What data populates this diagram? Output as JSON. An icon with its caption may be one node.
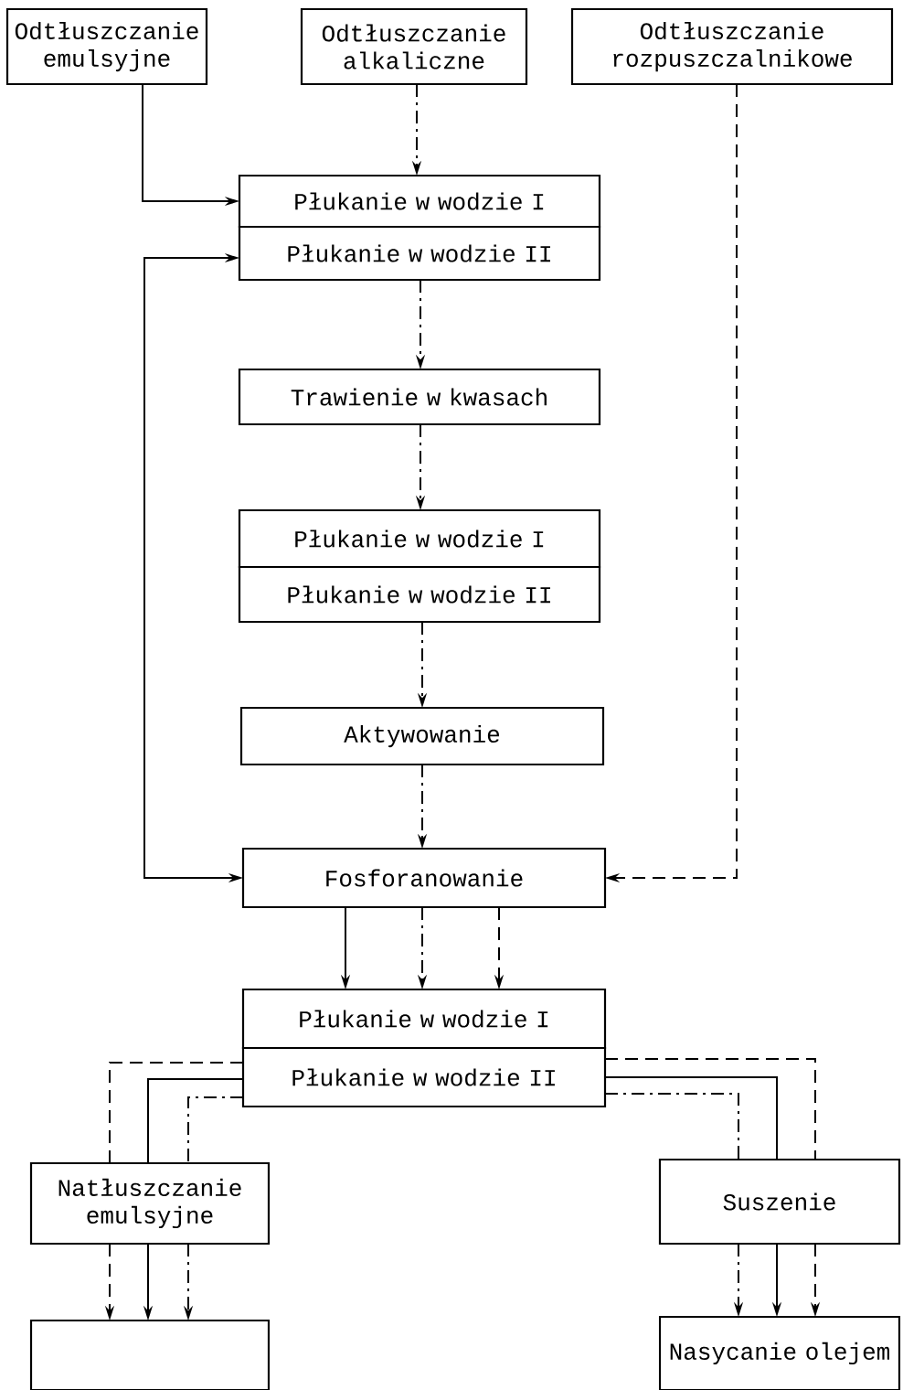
{
  "diagram": {
    "nodes": [
      {
        "text": [
          "Odtłuszczanie emulsyjne"
        ]
      },
      {
        "text": [
          "Odtłuszczanie alkaliczne"
        ]
      },
      {
        "text": [
          "Odtłuszczanie rozpuszczalnikowe"
        ]
      },
      {
        "text": [
          "Płukanie w wodzie I"
        ]
      },
      {
        "text": [
          "Płukanie w wodzie II"
        ]
      },
      {
        "text": [
          "Trawienie w kwasach"
        ]
      },
      {
        "text": [
          "Płukanie w wodzie I"
        ]
      },
      {
        "text": [
          "Płukanie w wodzie II"
        ]
      },
      {
        "text": [
          "Aktywowanie"
        ]
      },
      {
        "text": [
          "Fosforanowanie"
        ]
      },
      {
        "text": [
          "Płukanie w wodzie I"
        ]
      },
      {
        "text": [
          "Płukanie w wodzie II"
        ]
      },
      {
        "text": [
          "Natłuszczanie emulsyjne"
        ]
      },
      {
        "text": [
          "Suszenie"
        ]
      },
      {
        "text": [],
        "shape": "box"
      },
      {
        "text": [
          "Nasycanie olejem"
        ]
      }
    ],
    "edges": [
      {
        "from": 0,
        "to": 3,
        "arrow": "to"
      },
      {
        "from": 1,
        "to": 3,
        "arrow": "to",
        "style": "dashed"
      },
      {
        "from": 2,
        "to": 9,
        "arrow": "to",
        "style": "dashed"
      },
      {
        "from": 4,
        "to": 9,
        "arrow": "both"
      },
      {
        "from": 4,
        "to": 5,
        "arrow": "to",
        "style": "dashed"
      },
      {
        "from": 5,
        "to": 6,
        "arrow": "to",
        "style": "dashed"
      },
      {
        "from": 7,
        "to": 8,
        "arrow": "to",
        "style": "dashed"
      },
      {
        "from": 8,
        "to": 9,
        "arrow": "to",
        "style": "dashed"
      },
      {
        "from": 9,
        "to": 10,
        "arrow": "to"
      },
      {
        "from": 9,
        "to": 10,
        "arrow": "to",
        "style": "dashed"
      },
      {
        "from": 9,
        "to": 10,
        "arrow": "to",
        "style": "dashed"
      },
      {
        "from": 11,
        "to": 12,
        "arrow": "none",
        "style": "dashed"
      },
      {
        "from": 11,
        "to": 12,
        "arrow": "none"
      },
      {
        "from": 11,
        "to": 12,
        "arrow": "none",
        "style": "dashed"
      },
      {
        "from": 11,
        "to": 13,
        "arrow": "none",
        "style": "dashed"
      },
      {
        "from": 11,
        "to": 13,
        "arrow": "none"
      },
      {
        "from": 11,
        "to": 13,
        "arrow": "none",
        "style": "dashed"
      },
      {
        "from": 12,
        "to": 14,
        "arrow": "to",
        "style": "dashed"
      },
      {
        "from": 12,
        "to": 14,
        "arrow": "to"
      },
      {
        "from": 12,
        "to": 14,
        "arrow": "to",
        "style": "dashed"
      },
      {
        "from": 13,
        "to": 15,
        "arrow": "to",
        "style": "dashed"
      },
      {
        "from": 13,
        "to": 15,
        "arrow": "to"
      },
      {
        "from": 13,
        "to": 15,
        "arrow": "to",
        "style": "dashed"
      }
    ]
  }
}
